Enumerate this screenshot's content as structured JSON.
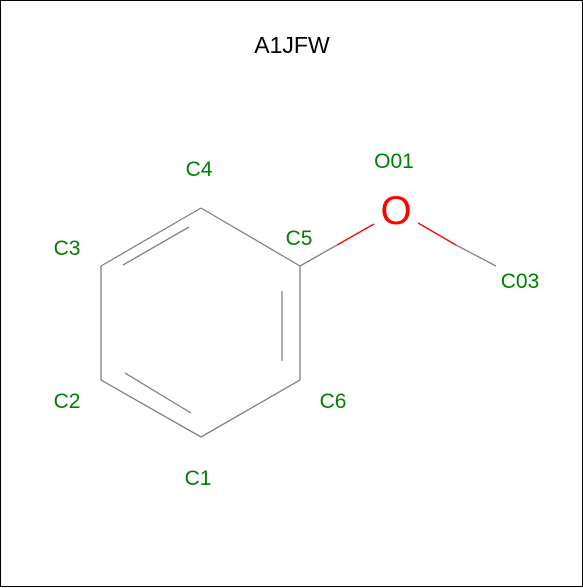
{
  "title": "A1JFW",
  "colors": {
    "background": "#ffffff",
    "border": "#000000",
    "bond": "#808080",
    "atom_label": "#008000",
    "oxygen": "#ff0000"
  },
  "molecule": {
    "atom_labels": {
      "c1": "C1",
      "c2": "C2",
      "c3": "C3",
      "c4": "C4",
      "c5": "C5",
      "c6": "C6",
      "o01": "O01",
      "c03": "C03"
    },
    "oxygen_symbol": "O"
  }
}
